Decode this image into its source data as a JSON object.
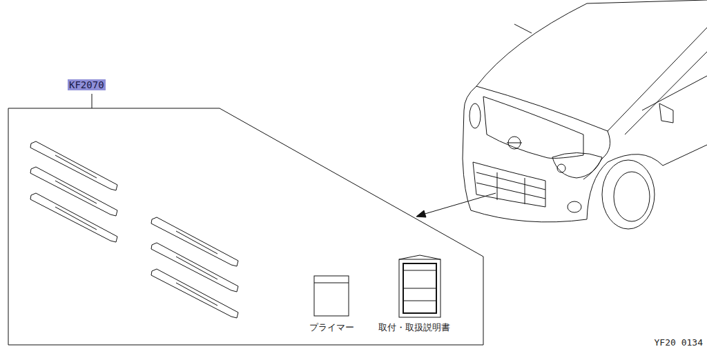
{
  "diagram": {
    "labels": [
      "KF2070",
      "プライマー",
      "取付・取扱説明書",
      "YF20 0134"
    ]
  }
}
